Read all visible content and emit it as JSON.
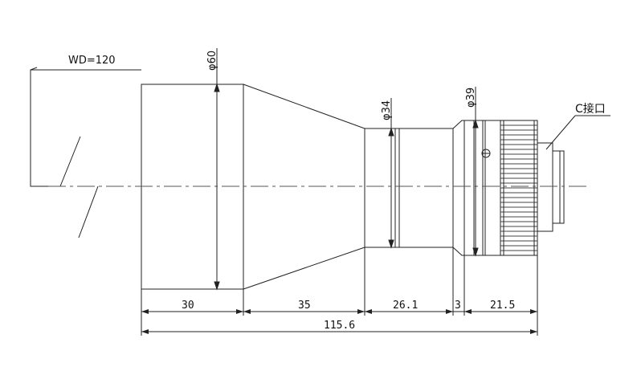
{
  "drawing": {
    "working_distance_label": "WD=120",
    "mount_label": "C接口",
    "diameters": {
      "front": "φ60",
      "mid": "φ34",
      "rear": "φ39"
    },
    "dimensions": {
      "front_barrel": "30",
      "taper": "35",
      "mid_barrel": "26.1",
      "step": "3",
      "rear": "21.5",
      "overall": "115.6"
    }
  }
}
